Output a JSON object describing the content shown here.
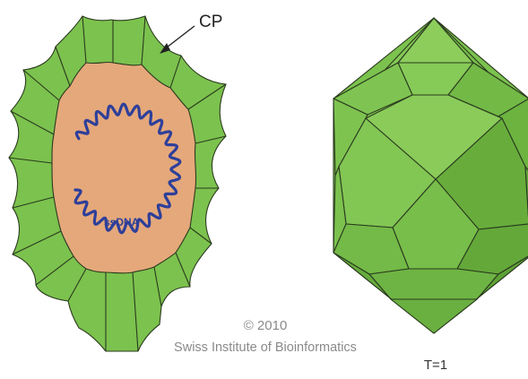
{
  "labels": {
    "cp": "CP",
    "ssdna": "ssDNA",
    "copyright": "© 2010",
    "institute": "Swiss Institute of Bioinformatics",
    "triangulation": "T=1"
  },
  "colors": {
    "capsid_green": "#7cc24e",
    "capsid_green_light": "#8ccd5c",
    "capsid_green_dark": "#5fa53a",
    "interior_tan": "#e5a87a",
    "dna_blue": "#2e3f9a",
    "outline": "#2a3a1e",
    "text_gray": "#8a8a8a"
  }
}
